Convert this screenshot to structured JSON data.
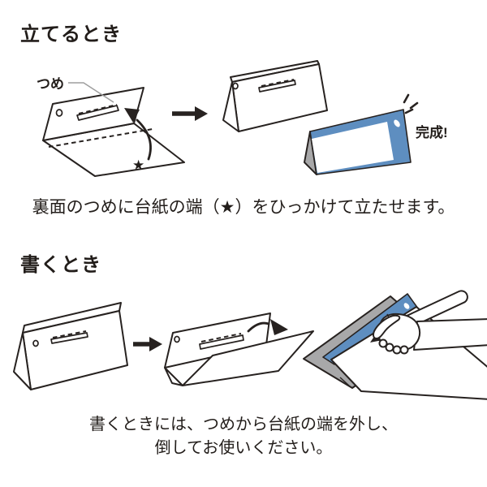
{
  "colors": {
    "bg": "#ffffff",
    "line": "#272220",
    "blue": "#5e8ec0",
    "gray": "#a8a8a9",
    "leader": "#9e9e9e",
    "text": "#221d1a"
  },
  "stand_section": {
    "heading": "立てるとき",
    "tab_label": "つめ",
    "star_symbol": "★",
    "done_label": "完成!",
    "caption": "裏面のつめに台紙の端（★）をひっかけて立たせます。"
  },
  "write_section": {
    "heading": "書くとき",
    "caption_line1": "書くときには、つめから台紙の端を外し、",
    "caption_line2": "倒してお使いください。"
  },
  "icons": {
    "step_arrow": "right-arrow",
    "fold_arrow": "curved-arrow",
    "emphasis": "sparkle-lines",
    "tab_slot": "dashed-slot",
    "punch_hole": "small-hole"
  }
}
